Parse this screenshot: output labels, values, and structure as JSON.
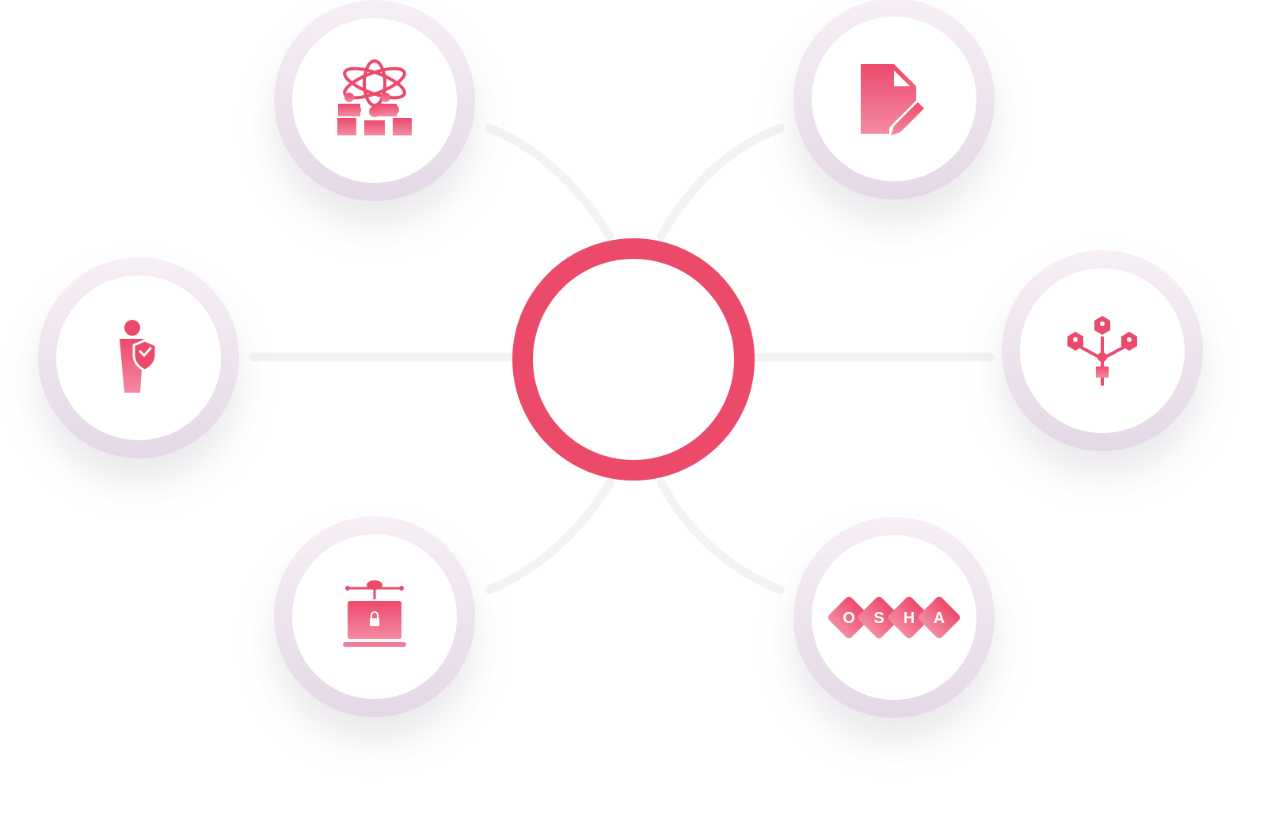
{
  "colors": {
    "accent": "#EC4A6B",
    "accent_light": "#F27C97",
    "ring_outer_top": "#F6EEF5",
    "ring_outer_bottom": "#E6DAE8",
    "connector": "#F3F3F3",
    "background": "#FFFFFF"
  },
  "hub": {
    "icon": "hub-ring"
  },
  "nodes": [
    {
      "id": "team-science",
      "icon": "team-science-icon"
    },
    {
      "id": "document-edit",
      "icon": "document-edit-icon"
    },
    {
      "id": "person-shield",
      "icon": "person-shield-icon"
    },
    {
      "id": "org-network",
      "icon": "org-network-icon"
    },
    {
      "id": "laptop-lock",
      "icon": "laptop-lock-icon"
    },
    {
      "id": "osha",
      "icon": "osha-logo-icon",
      "letters": [
        "O",
        "S",
        "H",
        "A"
      ]
    }
  ]
}
